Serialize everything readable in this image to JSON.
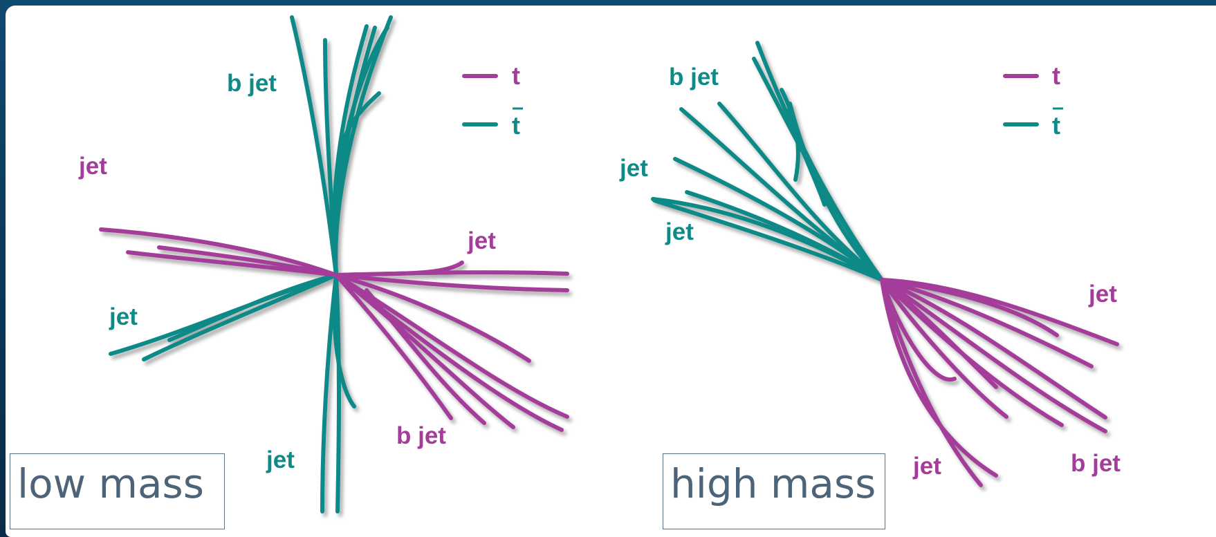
{
  "colors": {
    "top": "#a43d9a",
    "antitop": "#0f8a87",
    "frame": "#0b3556"
  },
  "legend": {
    "top": "t",
    "antitop": "t"
  },
  "left_panel": {
    "title": "low mass",
    "labels": {
      "b_jet_teal": "b jet",
      "jet_magenta_top": "jet",
      "jet_magenta_right": "jet",
      "jet_teal_left": "jet",
      "jet_teal_bottom": "jet",
      "b_jet_magenta": "b jet"
    }
  },
  "right_panel": {
    "title": "high mass",
    "labels": {
      "b_jet_teal": "b jet",
      "jet_teal_1": "jet",
      "jet_teal_2": "jet",
      "jet_magenta_right": "jet",
      "jet_magenta_bottom": "jet",
      "b_jet_magenta": "b jet"
    }
  }
}
